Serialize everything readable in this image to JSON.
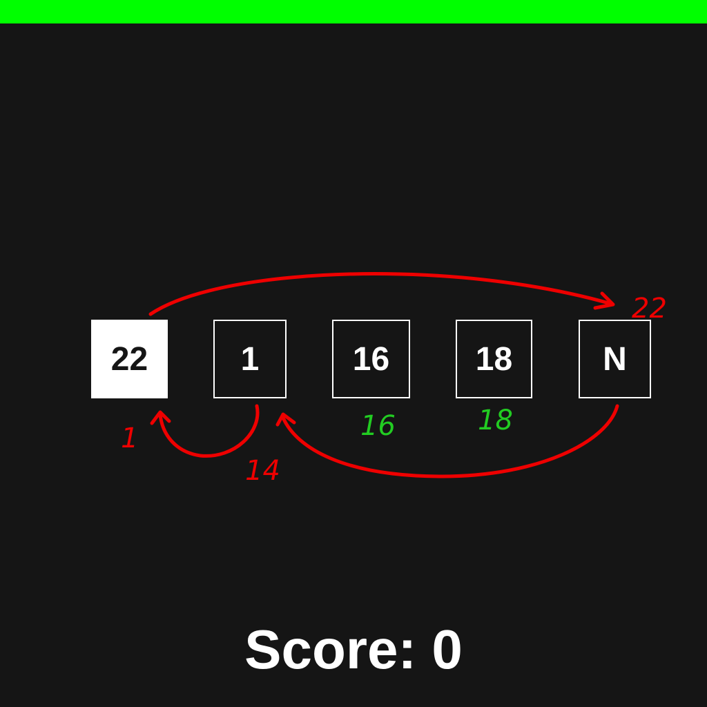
{
  "timer": {
    "fraction_remaining": 1.0,
    "color": "#00ff00"
  },
  "tiles": [
    {
      "label": "22",
      "selected": true
    },
    {
      "label": "1",
      "selected": false
    },
    {
      "label": "16",
      "selected": false
    },
    {
      "label": "18",
      "selected": false
    },
    {
      "label": "N",
      "selected": false
    }
  ],
  "annotations": {
    "color_red": "#ee0000",
    "color_green": "#22cc22",
    "labels": [
      "22",
      "1",
      "14",
      "16",
      "18"
    ]
  },
  "score_label": "Score: 0"
}
